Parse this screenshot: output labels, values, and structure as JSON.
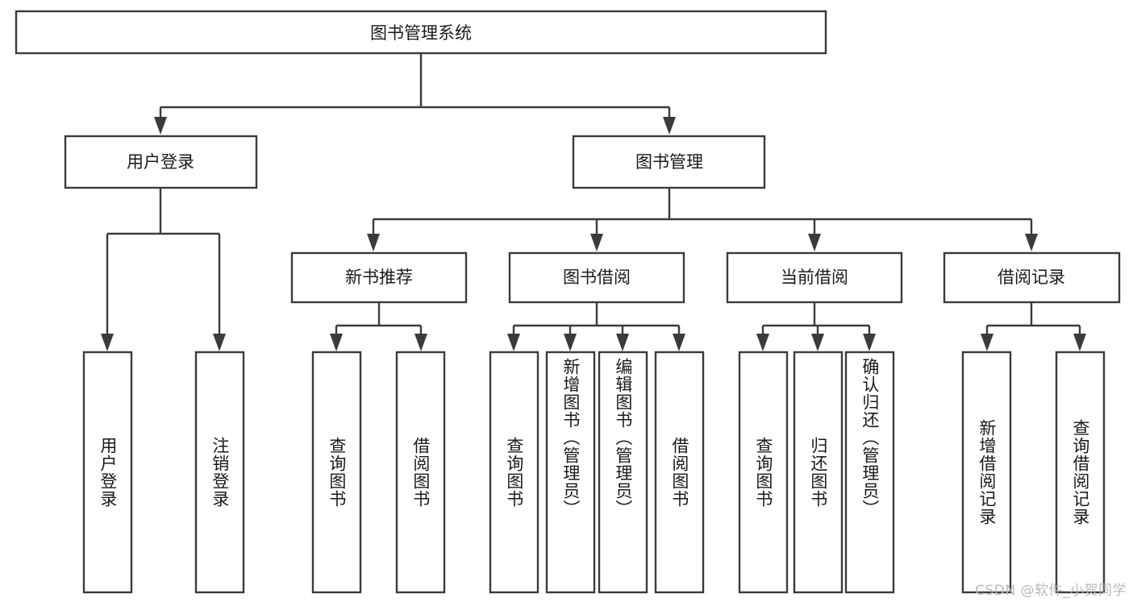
{
  "diagram": {
    "type": "tree-hierarchy",
    "title_node": {
      "id": "root",
      "label": "图书管理系统"
    },
    "level2": [
      {
        "id": "user-login",
        "label": "用户登录"
      },
      {
        "id": "book-management",
        "label": "图书管理"
      }
    ],
    "level3": [
      {
        "id": "new-book-recommend",
        "label": "新书推荐",
        "parent": "book-management"
      },
      {
        "id": "book-borrow",
        "label": "图书借阅",
        "parent": "book-management"
      },
      {
        "id": "current-borrow",
        "label": "当前借阅",
        "parent": "book-management"
      },
      {
        "id": "borrow-record",
        "label": "借阅记录",
        "parent": "book-management"
      }
    ],
    "leaves": [
      {
        "id": "leaf-user-login",
        "label": "用户登录",
        "parent": "user-login"
      },
      {
        "id": "leaf-user-logout",
        "label": "注销登录",
        "parent": "user-login"
      },
      {
        "id": "leaf-query-book-1",
        "label": "查询图书",
        "parent": "new-book-recommend"
      },
      {
        "id": "leaf-borrow-book-1",
        "label": "借阅图书",
        "parent": "new-book-recommend"
      },
      {
        "id": "leaf-query-book-2",
        "label": "查询图书",
        "parent": "book-borrow"
      },
      {
        "id": "leaf-add-book",
        "label": "新增图书（管理员）",
        "parent": "book-borrow"
      },
      {
        "id": "leaf-edit-book",
        "label": "编辑图书（管理员）",
        "parent": "book-borrow"
      },
      {
        "id": "leaf-borrow-book-2",
        "label": "借阅图书",
        "parent": "book-borrow"
      },
      {
        "id": "leaf-query-book-3",
        "label": "查询图书",
        "parent": "current-borrow"
      },
      {
        "id": "leaf-return-book",
        "label": "归还图书",
        "parent": "current-borrow"
      },
      {
        "id": "leaf-confirm-return",
        "label": "确认归还（管理员）",
        "parent": "current-borrow"
      },
      {
        "id": "leaf-add-record",
        "label": "新增借阅记录",
        "parent": "borrow-record"
      },
      {
        "id": "leaf-query-record",
        "label": "查询借阅记录",
        "parent": "borrow-record"
      }
    ],
    "colors": {
      "box_stroke": "#3b3b3b",
      "box_fill": "#ffffff",
      "text": "#1a1a1a",
      "background": "#ffffff",
      "watermark": "#b9b9b9"
    }
  },
  "watermark": {
    "text": "CSDN @软件_小贺同学"
  }
}
